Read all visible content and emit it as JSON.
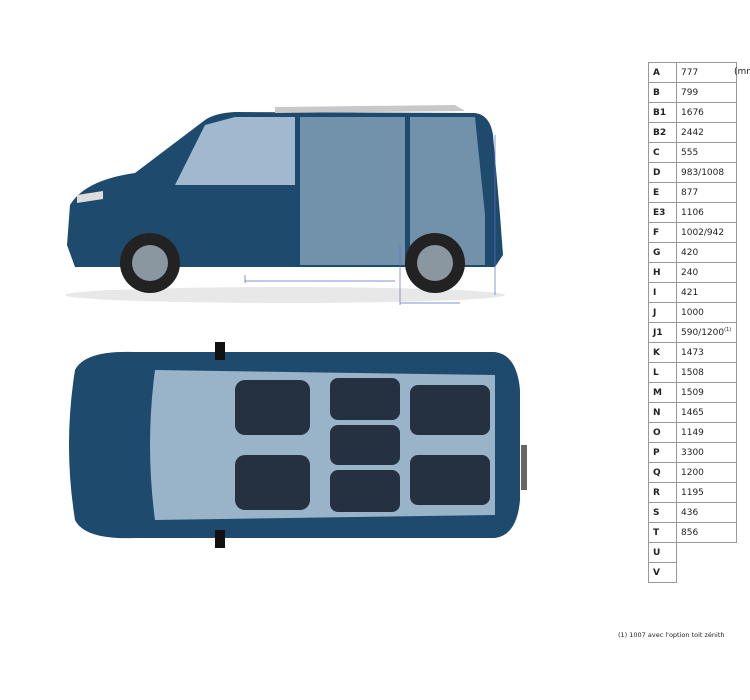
{
  "unit": "(mm)",
  "dimensions": [
    {
      "key": "A",
      "value": "777"
    },
    {
      "key": "B",
      "value": "799"
    },
    {
      "key": "B1",
      "value": "1676"
    },
    {
      "key": "B2",
      "value": "2442"
    },
    {
      "key": "C",
      "value": "555"
    },
    {
      "key": "D",
      "value": "983/1008"
    },
    {
      "key": "E",
      "value": "877"
    },
    {
      "key": "E3",
      "value": "1106"
    },
    {
      "key": "F",
      "value": "1002/942"
    },
    {
      "key": "G",
      "value": "420"
    },
    {
      "key": "H",
      "value": "240"
    },
    {
      "key": "I",
      "value": "421"
    },
    {
      "key": "J",
      "value": "1000"
    },
    {
      "key": "J1",
      "value": "590/1200",
      "sup": "(1)"
    },
    {
      "key": "K",
      "value": "1473"
    },
    {
      "key": "L",
      "value": "1508"
    },
    {
      "key": "M",
      "value": "1509"
    },
    {
      "key": "N",
      "value": "1465"
    },
    {
      "key": "O",
      "value": "1149"
    },
    {
      "key": "P",
      "value": "3300"
    },
    {
      "key": "Q",
      "value": "1200"
    },
    {
      "key": "R",
      "value": "1195"
    },
    {
      "key": "S",
      "value": "436"
    },
    {
      "key": "T",
      "value": "856"
    },
    {
      "key": "U",
      "value": ""
    },
    {
      "key": "V",
      "value": ""
    }
  ],
  "footnote": "(1) 1007 avec l'option toit zénith",
  "colors": {
    "body": "#1e4a6e",
    "body_light": "#3a78a8",
    "interior": "#b8cde0"
  }
}
